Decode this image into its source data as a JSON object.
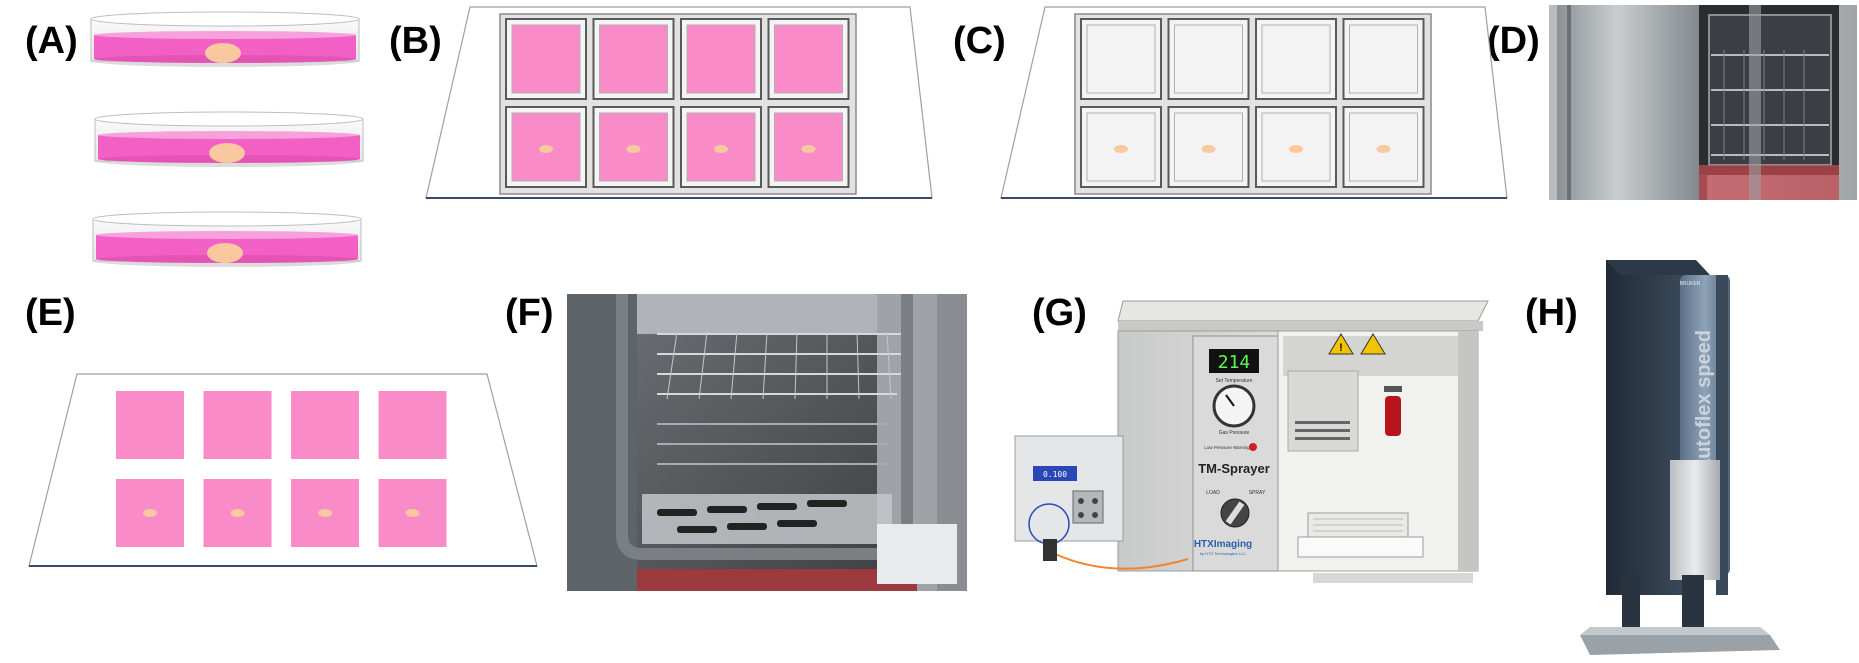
{
  "panels": [
    {
      "id": "A",
      "label": "(A)"
    },
    {
      "id": "B",
      "label": "(B)"
    },
    {
      "id": "C",
      "label": "(C)"
    },
    {
      "id": "D",
      "label": "(D)"
    },
    {
      "id": "E",
      "label": "(E)"
    },
    {
      "id": "F",
      "label": "(F)"
    },
    {
      "id": "G",
      "label": "(G)"
    },
    {
      "id": "H",
      "label": "(H)"
    }
  ],
  "sprayer": {
    "display_reading": "214",
    "name": "TM-Sprayer",
    "brand": "HTXImaging",
    "brand_sub": "by HTX Technologies LLC",
    "knob_load": "LOAD",
    "knob_spray": "SPRAY",
    "label_temp": "Set Temperature",
    "label_pressure": "Gas Pressure",
    "label_warning": "Low Pressure Warning",
    "pump_display": "0.100"
  },
  "spectrometer": {
    "model": "autoflex speed",
    "brand": "BRUKER"
  },
  "colors": {
    "media_pink": "#f25fc5",
    "slide_pink": "#f98bc8",
    "tissue": "#f8c89e"
  }
}
